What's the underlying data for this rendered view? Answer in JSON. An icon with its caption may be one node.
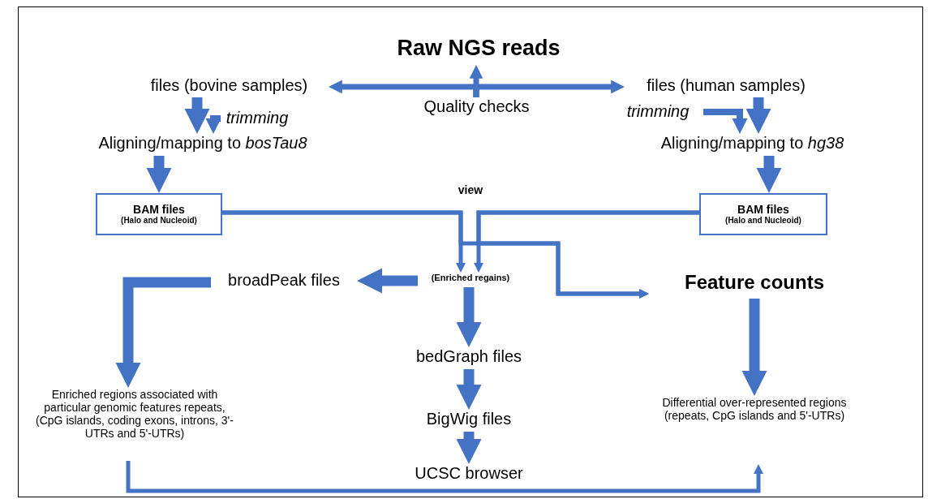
{
  "diagram": {
    "nodes": [
      {
        "text": [
          "Raw NGS reads"
        ]
      },
      {
        "text": [
          "files (bovine samples)"
        ]
      },
      {
        "text": [
          "Quality checks"
        ]
      },
      {
        "text": [
          "files (human samples)"
        ]
      },
      {
        "text": [
          "trimming"
        ]
      },
      {
        "text": [
          "Aligning/mapping to *bosTau8*"
        ]
      },
      {
        "text": [
          "trimming"
        ]
      },
      {
        "text": [
          "Aligning/mapping to *hg38*"
        ]
      },
      {
        "text": [
          "BAM files",
          "(Halo and Nucleoid)"
        ]
      },
      {
        "text": [
          "BAM files",
          "(Halo and Nucleoid)"
        ]
      },
      {
        "text": [
          "(Enriched regains)"
        ]
      },
      {
        "text": [
          "broadPeak files"
        ]
      },
      {
        "text": [
          "Feature counts"
        ]
      },
      {
        "text": [
          "bedGraph files"
        ]
      },
      {
        "text": [
          "BigWig files"
        ]
      },
      {
        "text": [
          "UCSC browser"
        ]
      },
      {
        "text": [
          "Enriched regions associated with particular genomic features repeats, (CpG islands, coding exons, introns, 3'-UTRs and 5'-UTRs)"
        ]
      },
      {
        "text": [
          "Differential over-represented regions (repeats, CpG islands and 5'-UTRs)"
        ]
      }
    ],
    "edges": [
      {
        "from": 2,
        "to": 0,
        "arrow": "to"
      },
      {
        "from": 2,
        "to": 1,
        "arrow": "to"
      },
      {
        "from": 2,
        "to": 3,
        "arrow": "to"
      },
      {
        "from": 1,
        "to": 5,
        "arrow": "to"
      },
      {
        "from": 4,
        "to": 5,
        "arrow": "to"
      },
      {
        "from": 3,
        "to": 7,
        "arrow": "to"
      },
      {
        "from": 6,
        "to": 7,
        "arrow": "to"
      },
      {
        "from": 5,
        "to": 8,
        "arrow": "to"
      },
      {
        "from": 7,
        "to": 9,
        "arrow": "to"
      },
      {
        "from": 8,
        "to": 10,
        "arrow": "to"
      },
      {
        "from": 9,
        "to": 10,
        "arrow": "to"
      },
      {
        "from": 8,
        "to": 12,
        "arrow": "to"
      },
      {
        "from": 9,
        "to": 12,
        "arrow": "to"
      },
      {
        "from": 10,
        "to": 11,
        "arrow": "to"
      },
      {
        "from": 11,
        "to": 16,
        "arrow": "to"
      },
      {
        "from": 10,
        "to": 13,
        "arrow": "to"
      },
      {
        "from": 13,
        "to": 14,
        "arrow": "to"
      },
      {
        "from": 14,
        "to": 15,
        "arrow": "to"
      },
      {
        "from": 12,
        "to": 17,
        "arrow": "to"
      },
      {
        "from": 16,
        "to": 17,
        "arrow": "to"
      }
    ],
    "labels": [
      "view"
    ]
  }
}
